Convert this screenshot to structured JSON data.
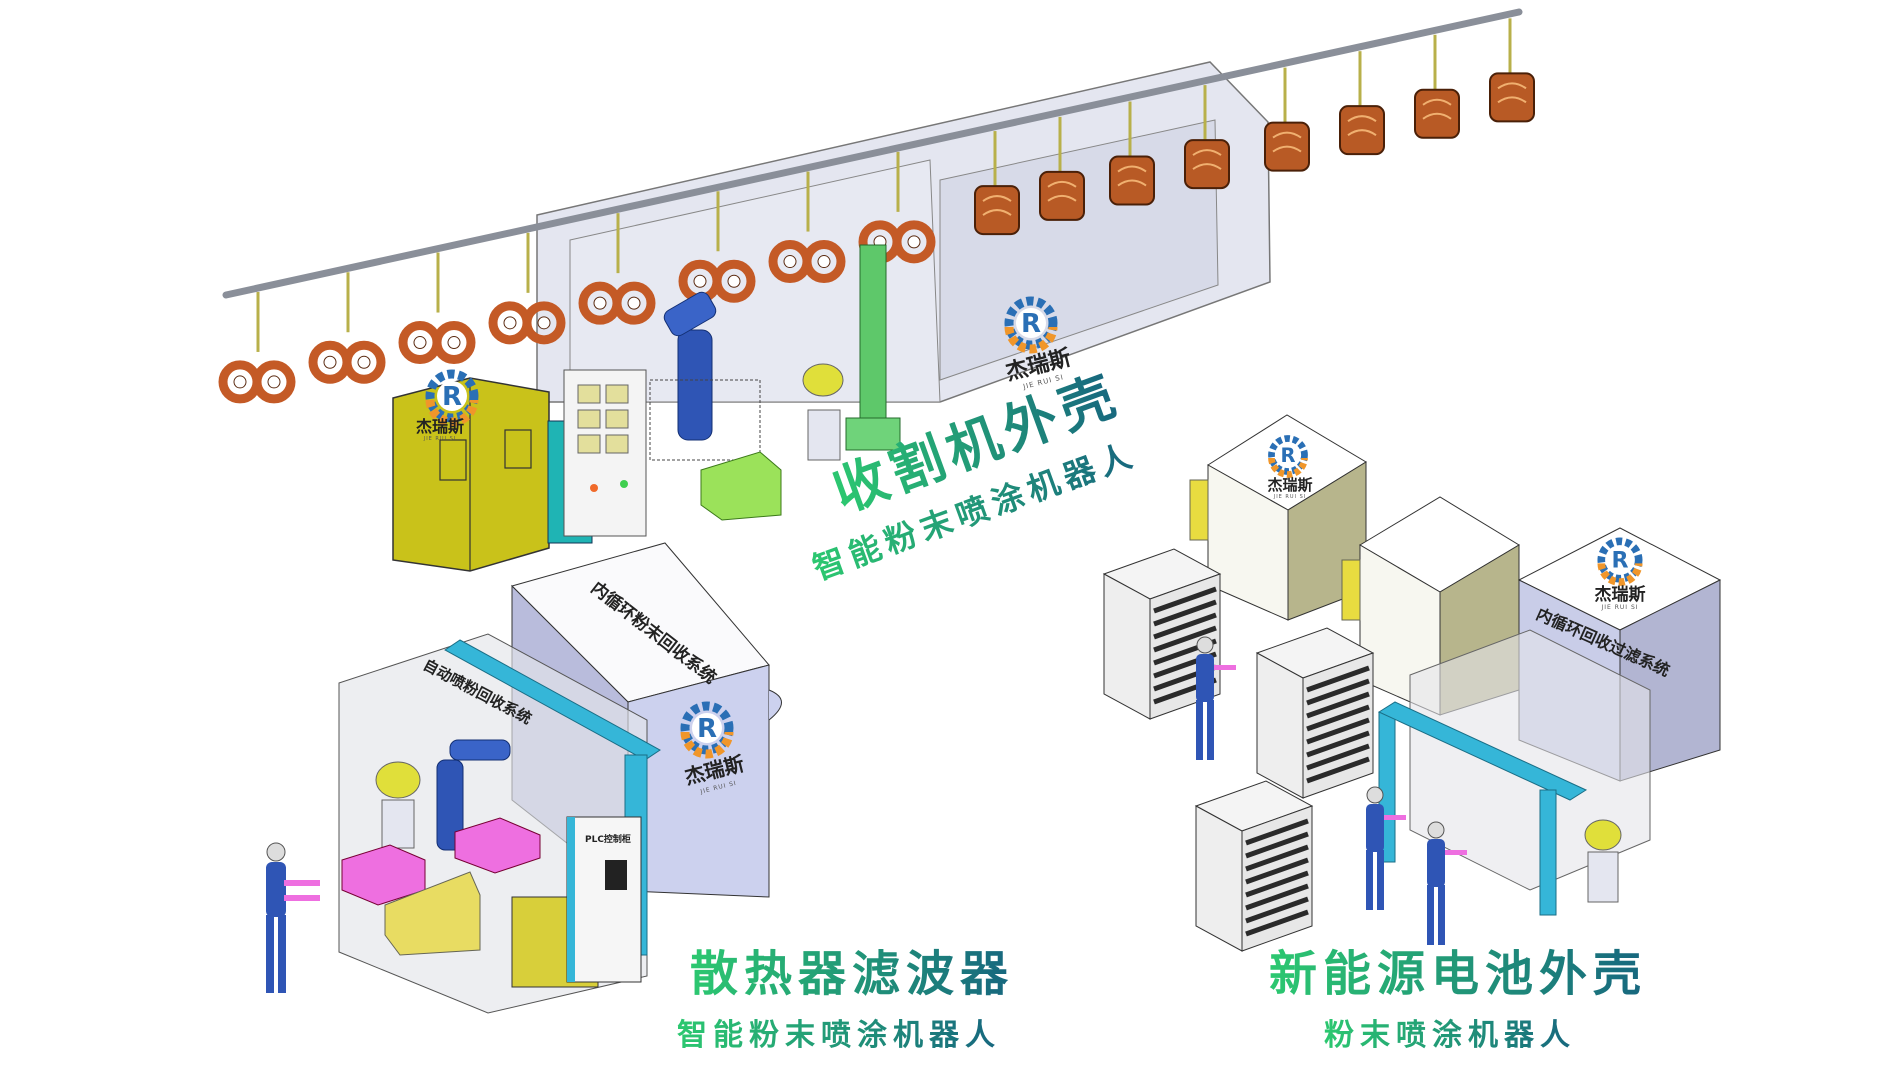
{
  "brand": {
    "logo_letter": "R",
    "name": "杰瑞斯",
    "pinyin": "JIE RUI SI",
    "colors": {
      "gear_blue": "#2a6fb5",
      "gear_orange": "#f0962a"
    }
  },
  "sections": [
    {
      "id": "harvester",
      "title": "收割机外壳",
      "subtitle": "智能粉末喷涂机器人"
    },
    {
      "id": "radiator",
      "title": "散热器滤波器",
      "subtitle": "智能粉末喷涂机器人",
      "labels": {
        "recovery_box": "内循环粉末回收系统",
        "booth": "自动喷粉回收系统",
        "cabinet": "PLC控制柜"
      }
    },
    {
      "id": "battery",
      "title": "新能源电池外壳",
      "subtitle": "粉末喷涂机器人",
      "labels": {
        "recovery_box": "内循环回收过滤系统"
      }
    }
  ],
  "colors": {
    "title_gradient_start": "#2cc870",
    "title_gradient_end": "#17667f",
    "cabinet_yellow": "#c9c21a",
    "cabinet_teal": "#1fb4b4",
    "part_copper": "#c45a26",
    "robot_blue": "#2f55b5",
    "gantry_cyan": "#35b6d8",
    "fixture_magenta": "#ee6fe0"
  }
}
